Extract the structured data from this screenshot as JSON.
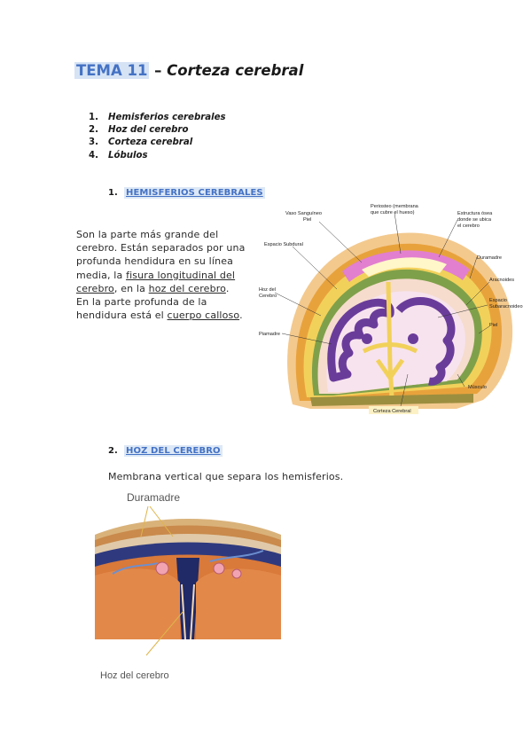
{
  "title": {
    "tema": "TEMA 11",
    "dash": "–",
    "rest": "Corteza cerebral"
  },
  "toc": [
    {
      "num": "1.",
      "label": "Hemisferios cerebrales"
    },
    {
      "num": "2.",
      "label": "Hoz del cerebro"
    },
    {
      "num": "3.",
      "label": "Corteza cerebral"
    },
    {
      "num": "4.",
      "label": "Lóbulos"
    }
  ],
  "section1": {
    "num": "1.",
    "heading": "HEMISFERIOS CEREBRALES",
    "p1_a": "Son la parte más grande del cerebro. Están separados por una profunda hendidura en su línea media, la ",
    "p1_link1": "fisura longitudinal del cerebro",
    "p1_b": ", en la ",
    "p1_link2": "hoz del cerebro",
    "p1_c": ".",
    "p2_a": "En la parte profunda de la hendidura está el ",
    "p2_link": "cuerpo calloso",
    "p2_b": "."
  },
  "figure1": {
    "labels": {
      "vaso": "Vaso Sanguíneo",
      "piel": "Piel",
      "pericardio1": "Periosteo (membrana",
      "pericardio2": "que cubre el hueso)",
      "estructura1": "Estructura ósea",
      "estructura2": "donde se ubica",
      "estructura3": "el cerebro",
      "subdural": "Espacio Subdural",
      "duramadre": "Duramadre",
      "aracnoides": "Aracnoides",
      "hoz1": "Hoz del",
      "hoz2": "Cerebro",
      "subaracnoideo1": "Espacio",
      "subaracnoideo2": "Subaracnoideo",
      "piamadre": "Piamadre",
      "piel2": "Piel",
      "musculo": "Músculo",
      "corteza": "Corteza Cerebral"
    }
  },
  "section2": {
    "num": "2.",
    "heading": "HOZ DEL CEREBRO",
    "text": "Membrana vertical que separa los hemisferios."
  },
  "figure2": {
    "label_top": "Duramadre",
    "label_bottom": "Hoz del cerebro"
  },
  "colors": {
    "accent": "#4472c4",
    "highlight": "#d6e3f5",
    "cortex_purple": "#6a3c9a",
    "dura_orange": "#e8a23c",
    "pink": "#e27fcf"
  }
}
